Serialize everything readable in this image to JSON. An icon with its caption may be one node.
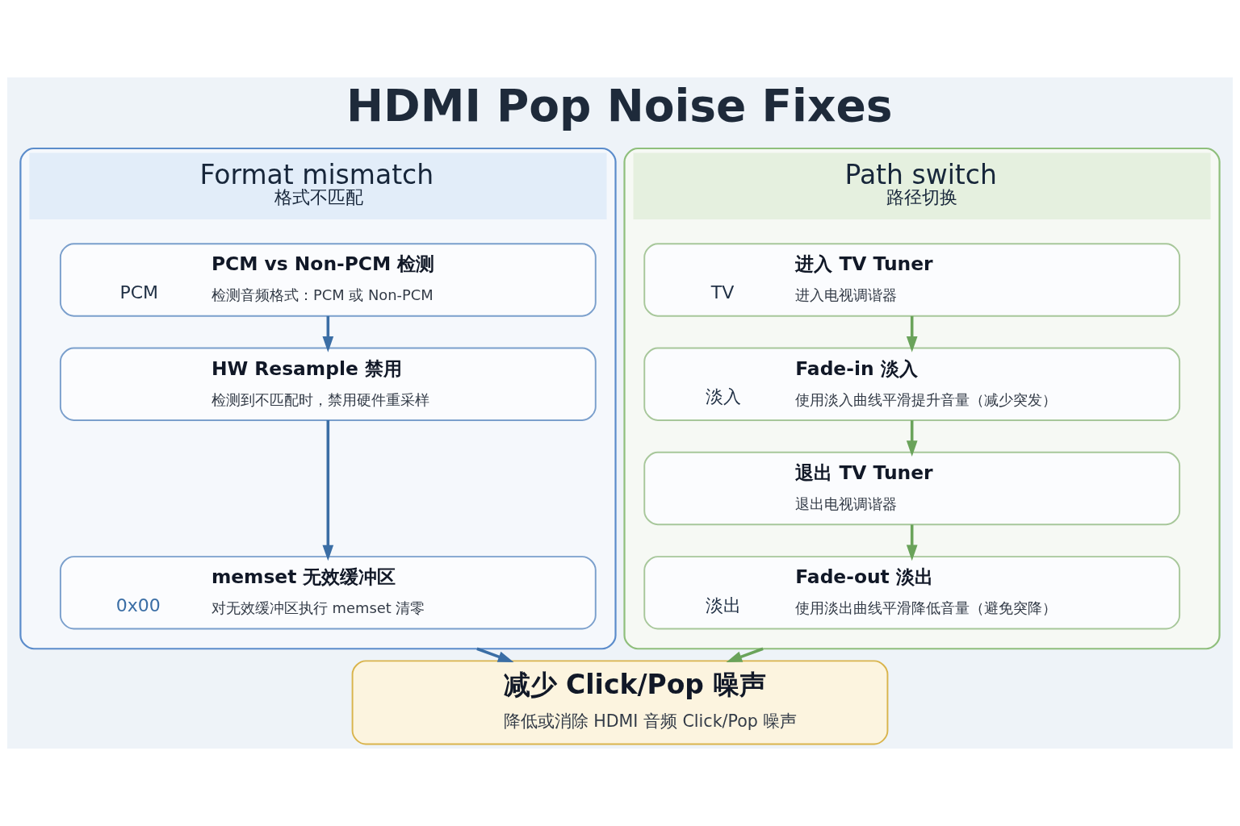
{
  "diagram": {
    "title": "HDMI Pop Noise Fixes",
    "nodes": [
      {
        "text": [
          "Format mismatch",
          "格式不匹配"
        ]
      },
      {
        "text": [
          "PCM",
          "PCM vs Non-PCM 检测",
          "检测音频格式：PCM 或 Non-PCM"
        ],
        "in": 0
      },
      {
        "text": [
          "HW Resample 禁用",
          "检测到不匹配时，禁用硬件重采样"
        ],
        "in": 0
      },
      {
        "text": [
          "0x00",
          "memset 无效缓冲区",
          "对无效缓冲区执行 memset 清零"
        ],
        "in": 0
      },
      {
        "text": [
          "Path switch",
          "路径切换"
        ]
      },
      {
        "text": [
          "TV",
          "进入 TV Tuner",
          "进入电视调谐器"
        ],
        "in": 4
      },
      {
        "text": [
          "淡入",
          "Fade-in 淡入",
          "使用淡入曲线平滑提升音量（减少突发）"
        ],
        "in": 4
      },
      {
        "text": [
          "退出 TV Tuner",
          "退出电视调谐器"
        ],
        "in": 4
      },
      {
        "text": [
          "淡出",
          "Fade-out 淡出",
          "使用淡出曲线平滑降低音量（避免突降）"
        ],
        "in": 4
      },
      {
        "text": [
          "减少 Click/Pop 噪声",
          "降低或消除 HDMI 音频 Click/Pop 噪声"
        ]
      }
    ],
    "edges": [
      {
        "from": 1,
        "to": 2,
        "arrow": "to",
        "color": "#3b6ea5"
      },
      {
        "from": 2,
        "to": 3,
        "arrow": "to",
        "color": "#3b6ea5"
      },
      {
        "from": 5,
        "to": 6,
        "arrow": "to"
      },
      {
        "from": 6,
        "to": 7,
        "arrow": "to"
      },
      {
        "from": 7,
        "to": 8,
        "arrow": "to"
      },
      {
        "from": 0,
        "to": 9,
        "arrow": "to",
        "color": "#3b6ea5"
      },
      {
        "from": 4,
        "to": 9,
        "arrow": "to"
      }
    ]
  }
}
